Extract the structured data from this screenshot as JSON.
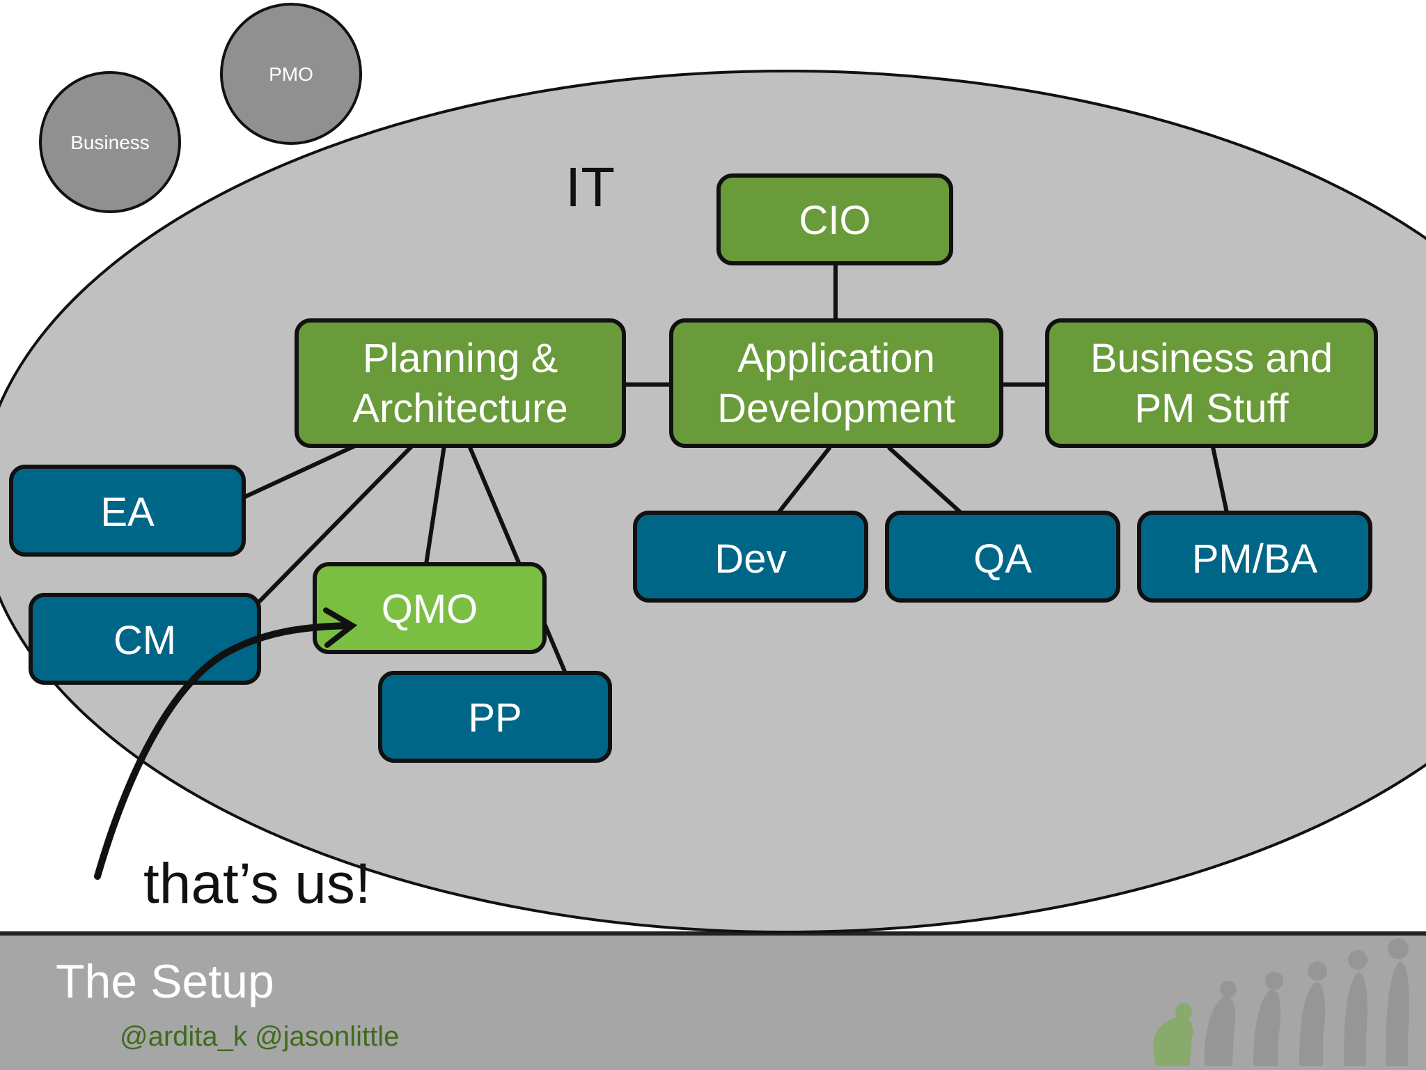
{
  "slide": {
    "it_label": "IT",
    "callout": "that’s us!",
    "footer_title": "The Setup",
    "footer_handles": "@ardita_k @jasonlittle"
  },
  "outside_groups": [
    {
      "id": "business",
      "label": "Business"
    },
    {
      "id": "pmo",
      "label": "PMO"
    }
  ],
  "nodes": [
    {
      "id": "cio",
      "lines": [
        "CIO"
      ],
      "color": "green"
    },
    {
      "id": "planning-architecture",
      "lines": [
        "Planning &",
        "Architecture"
      ],
      "color": "green"
    },
    {
      "id": "application-development",
      "lines": [
        "Application",
        "Development"
      ],
      "color": "green"
    },
    {
      "id": "business-pm-stuff",
      "lines": [
        "Business and",
        "PM Stuff"
      ],
      "color": "green"
    },
    {
      "id": "ea",
      "lines": [
        "EA"
      ],
      "color": "blue"
    },
    {
      "id": "cm",
      "lines": [
        "CM"
      ],
      "color": "blue"
    },
    {
      "id": "qmo",
      "lines": [
        "QMO"
      ],
      "color": "light-green"
    },
    {
      "id": "pp",
      "lines": [
        "PP"
      ],
      "color": "blue"
    },
    {
      "id": "dev",
      "lines": [
        "Dev"
      ],
      "color": "blue"
    },
    {
      "id": "qa",
      "lines": [
        "QA"
      ],
      "color": "blue"
    },
    {
      "id": "pm-ba",
      "lines": [
        "PM/BA"
      ],
      "color": "blue"
    }
  ],
  "edges": [
    [
      "cio",
      "application-development"
    ],
    [
      "planning-architecture",
      "application-development"
    ],
    [
      "application-development",
      "business-pm-stuff"
    ],
    [
      "planning-architecture",
      "ea"
    ],
    [
      "planning-architecture",
      "cm"
    ],
    [
      "planning-architecture",
      "qmo"
    ],
    [
      "planning-architecture",
      "pp"
    ],
    [
      "application-development",
      "dev"
    ],
    [
      "application-development",
      "qa"
    ],
    [
      "business-pm-stuff",
      "pm-ba"
    ]
  ],
  "colors": {
    "green": "#6a9b3a",
    "light-green": "#7bbf42",
    "blue": "#006688",
    "it_ellipse": "#c0c0c1",
    "outside_circle": "#909090",
    "footer": "#a7a6a6",
    "handles": "#3e6b1c"
  }
}
